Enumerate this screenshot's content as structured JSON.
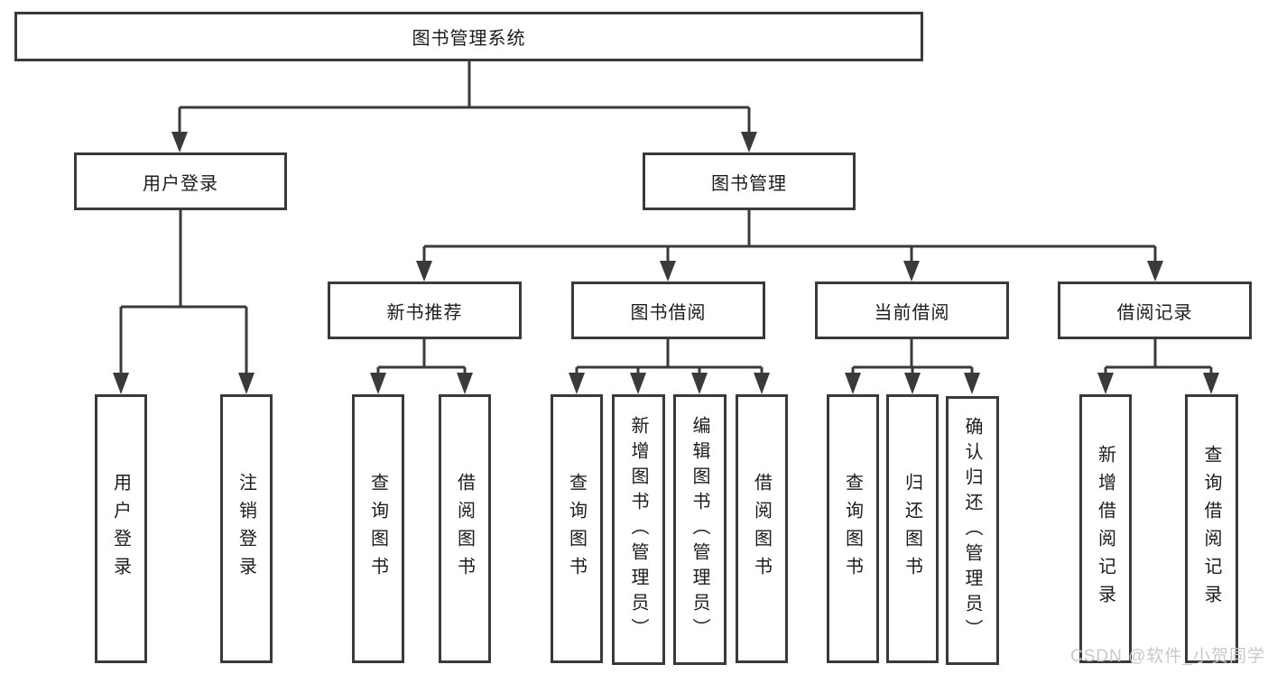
{
  "tree": {
    "root": {
      "label": "图书管理系统"
    },
    "branches": [
      {
        "label": "用户登录",
        "children": [
          {
            "label": "用户登录"
          },
          {
            "label": "注销登录"
          }
        ]
      },
      {
        "label": "图书管理",
        "children": [
          {
            "label": "新书推荐",
            "children": [
              {
                "label": "查询图书"
              },
              {
                "label": "借阅图书"
              }
            ]
          },
          {
            "label": "图书借阅",
            "children": [
              {
                "label": "查询图书"
              },
              {
                "label": "新增图书（管理员）"
              },
              {
                "label": "编辑图书（管理员）"
              },
              {
                "label": "借阅图书"
              }
            ]
          },
          {
            "label": "当前借阅",
            "children": [
              {
                "label": "查询图书"
              },
              {
                "label": "归还图书"
              },
              {
                "label": "确认归还（管理员）"
              }
            ]
          },
          {
            "label": "借阅记录",
            "children": [
              {
                "label": "新增借阅记录"
              },
              {
                "label": "查询借阅记录"
              }
            ]
          }
        ]
      }
    ]
  },
  "watermark": {
    "text": "CSDN @软件_小贺同学"
  },
  "colors": {
    "line": "#3a3a3a",
    "box_border": "#3a3a3a",
    "text": "#1c1c1c",
    "background": "#ffffff",
    "watermark": "#c8c8c8"
  }
}
